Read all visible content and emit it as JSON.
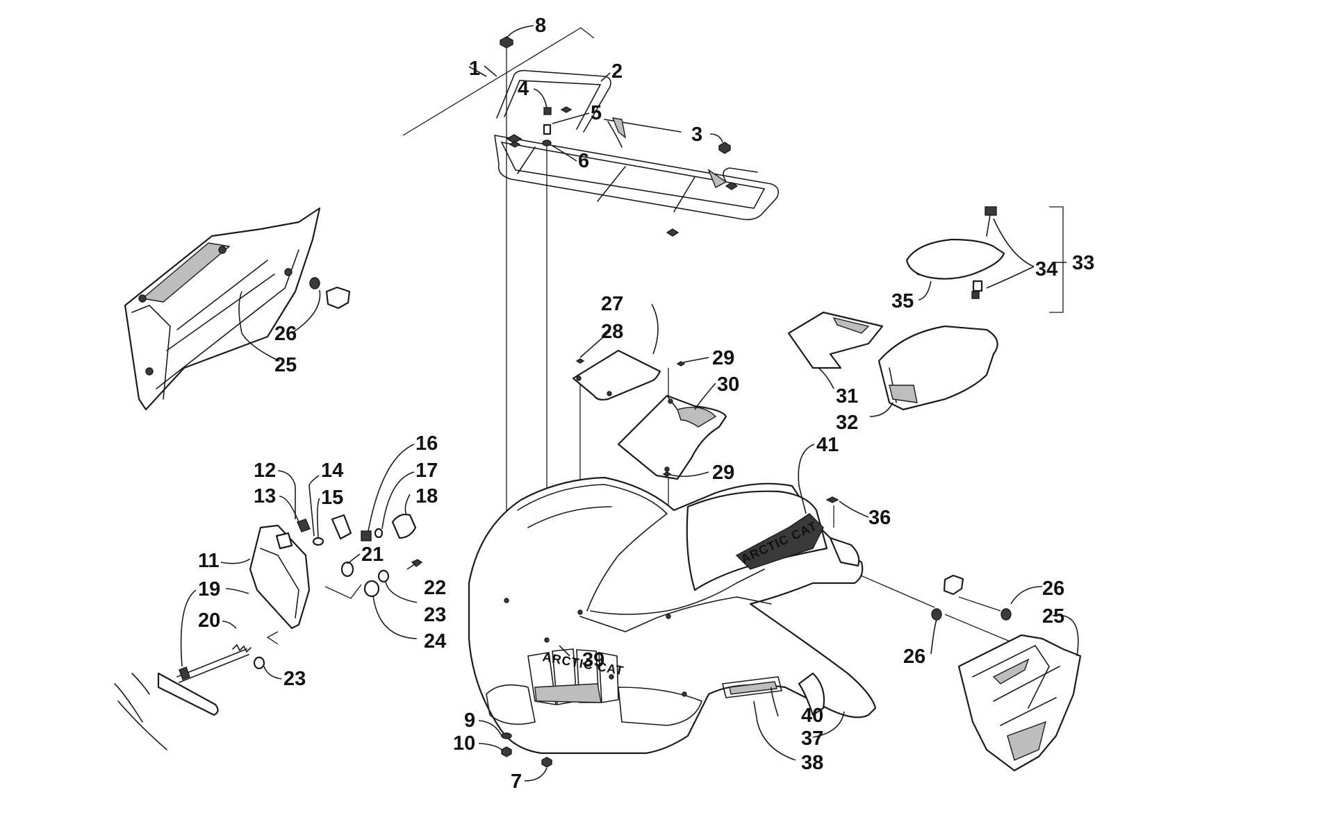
{
  "figure": {
    "type": "exploded-parts-diagram",
    "decal_text": {
      "nose": "ARCTIC CAT",
      "side": "ARCTIC CAT"
    },
    "callouts": [
      {
        "id": "c1",
        "label": "1"
      },
      {
        "id": "c2",
        "label": "2"
      },
      {
        "id": "c3",
        "label": "3"
      },
      {
        "id": "c4",
        "label": "4"
      },
      {
        "id": "c5",
        "label": "5"
      },
      {
        "id": "c6",
        "label": "6"
      },
      {
        "id": "c7",
        "label": "7"
      },
      {
        "id": "c8",
        "label": "8"
      },
      {
        "id": "c9",
        "label": "9"
      },
      {
        "id": "c10",
        "label": "10"
      },
      {
        "id": "c11",
        "label": "11"
      },
      {
        "id": "c12",
        "label": "12"
      },
      {
        "id": "c13",
        "label": "13"
      },
      {
        "id": "c14",
        "label": "14"
      },
      {
        "id": "c15",
        "label": "15"
      },
      {
        "id": "c16",
        "label": "16"
      },
      {
        "id": "c17",
        "label": "17"
      },
      {
        "id": "c18",
        "label": "18"
      },
      {
        "id": "c19",
        "label": "19"
      },
      {
        "id": "c20",
        "label": "20"
      },
      {
        "id": "c21",
        "label": "21"
      },
      {
        "id": "c22",
        "label": "22"
      },
      {
        "id": "c23a",
        "label": "23"
      },
      {
        "id": "c23b",
        "label": "23"
      },
      {
        "id": "c24",
        "label": "24"
      },
      {
        "id": "c25a",
        "label": "25"
      },
      {
        "id": "c25b",
        "label": "25"
      },
      {
        "id": "c26a",
        "label": "26"
      },
      {
        "id": "c26b",
        "label": "26"
      },
      {
        "id": "c26c",
        "label": "26"
      },
      {
        "id": "c27",
        "label": "27"
      },
      {
        "id": "c28",
        "label": "28"
      },
      {
        "id": "c29a",
        "label": "29"
      },
      {
        "id": "c29b",
        "label": "29"
      },
      {
        "id": "c30",
        "label": "30"
      },
      {
        "id": "c31",
        "label": "31"
      },
      {
        "id": "c32",
        "label": "32"
      },
      {
        "id": "c33",
        "label": "33"
      },
      {
        "id": "c34",
        "label": "34"
      },
      {
        "id": "c35",
        "label": "35"
      },
      {
        "id": "c36",
        "label": "36"
      },
      {
        "id": "c37",
        "label": "37"
      },
      {
        "id": "c38",
        "label": "38"
      },
      {
        "id": "c39",
        "label": "39"
      },
      {
        "id": "c40",
        "label": "40"
      },
      {
        "id": "c41",
        "label": "41"
      }
    ]
  }
}
